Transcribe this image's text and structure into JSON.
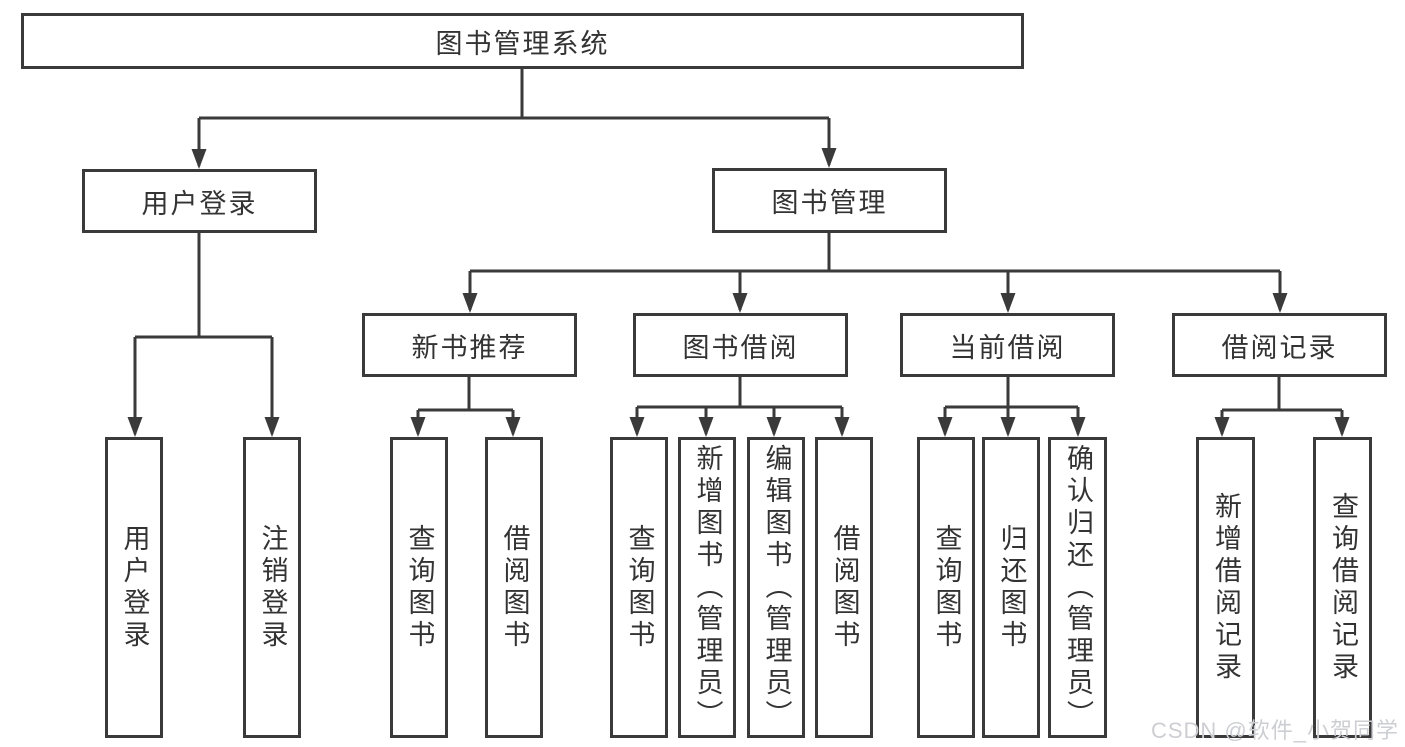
{
  "colors": {
    "line": "#3a3a3a",
    "text": "#333333",
    "bg": "#ffffff",
    "watermark": "#cdced3"
  },
  "watermark": "CSDN @软件_小贺同学",
  "tree": {
    "label": "图书管理系统",
    "children": [
      {
        "label": "用户登录",
        "children": [
          {
            "label": "用户登录"
          },
          {
            "label": "注销登录"
          }
        ]
      },
      {
        "label": "图书管理",
        "children": [
          {
            "label": "新书推荐",
            "children": [
              {
                "label": "查询图书"
              },
              {
                "label": "借阅图书"
              }
            ]
          },
          {
            "label": "图书借阅",
            "children": [
              {
                "label": "查询图书"
              },
              {
                "label": "新增图书（管理员）"
              },
              {
                "label": "编辑图书（管理员）"
              },
              {
                "label": "借阅图书"
              }
            ]
          },
          {
            "label": "当前借阅",
            "children": [
              {
                "label": "查询图书"
              },
              {
                "label": "归还图书"
              },
              {
                "label": "确认归还（管理员）"
              }
            ]
          },
          {
            "label": "借阅记录",
            "children": [
              {
                "label": "新增借阅记录"
              },
              {
                "label": "查询借阅记录"
              }
            ]
          }
        ]
      }
    ]
  }
}
